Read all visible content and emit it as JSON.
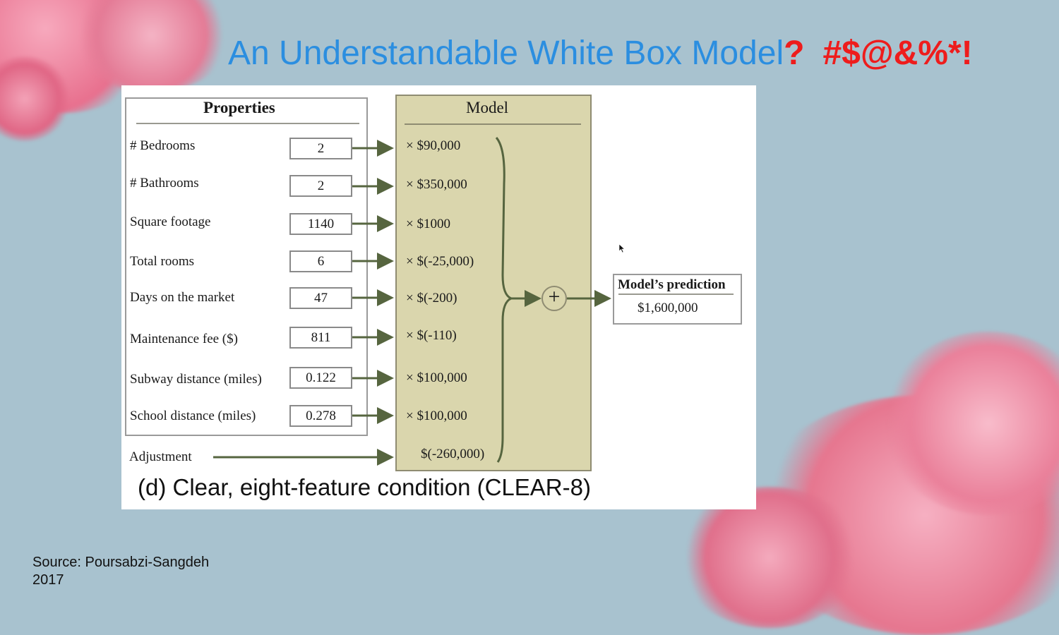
{
  "slide": {
    "title": "An Understandable White Box Model",
    "title_question": "?",
    "title_expletive": "#$@&%*!",
    "source_line1": "Source: Poursabzi-Sangdeh",
    "source_line2": "2017",
    "colors": {
      "background": "#a8c2cf",
      "title": "#2b8ee0",
      "accent_red": "#ee1c1c",
      "model_fill": "#dad6ad",
      "arrow": "#56653f"
    }
  },
  "diagram": {
    "properties_heading": "Properties",
    "model_heading": "Model",
    "features": [
      {
        "label": "# Bedrooms",
        "value": "2",
        "coef": "× $90,000"
      },
      {
        "label": "# Bathrooms",
        "value": "2",
        "coef": "× $350,000"
      },
      {
        "label": "Square footage",
        "value": "1140",
        "coef": "× $1000"
      },
      {
        "label": "Total rooms",
        "value": "6",
        "coef": "× $(-25,000)"
      },
      {
        "label": "Days on the market",
        "value": "47",
        "coef": "× $(-200)"
      },
      {
        "label": "Maintenance fee ($)",
        "value": "811",
        "coef": "× $(-110)"
      },
      {
        "label": "Subway distance (miles)",
        "value": "0.122",
        "coef": "× $100,000"
      },
      {
        "label": "School distance (miles)",
        "value": "0.278",
        "coef": "× $100,000"
      }
    ],
    "adjustment_label": "Adjustment",
    "adjustment_value": "$(-260,000)",
    "plus_symbol": "+",
    "prediction_heading": "Model’s prediction",
    "prediction_value": "$1,600,000",
    "caption": "(d) Clear, eight-feature condition (CLEAR-8)"
  }
}
